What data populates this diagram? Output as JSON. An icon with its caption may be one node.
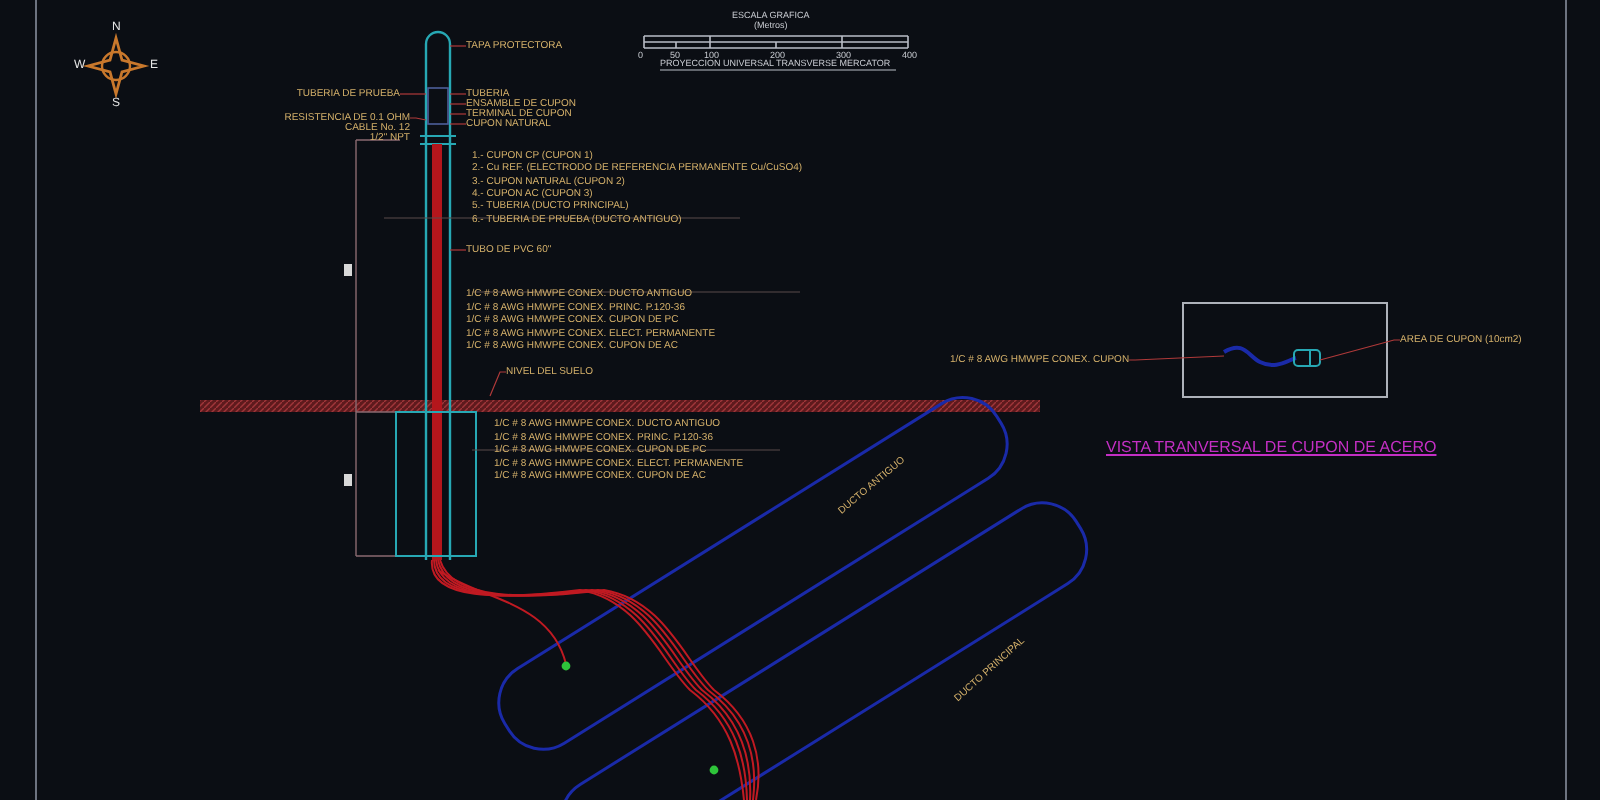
{
  "diagram": {
    "nodes": [
      {
        "text": [
          "TAPA PROTECTORA"
        ]
      },
      {
        "text": [
          "TUBERIA DE PRUEBA"
        ]
      },
      {
        "text": [
          "TUBERIA"
        ]
      },
      {
        "text": [
          "ENSAMBLE DE CUPON"
        ]
      },
      {
        "text": [
          "TERMINAL DE CUPON"
        ]
      },
      {
        "text": [
          "CUPON NATURAL"
        ]
      },
      {
        "text": [
          "RESISTENCIA DE 0.1 OHM"
        ]
      },
      {
        "text": [
          "TUBO DE PVC 60\""
        ]
      },
      {
        "text": [
          "NIVEL DEL SUELO"
        ]
      },
      {
        "text": [],
        "shape": "box"
      },
      {
        "text": [
          "1/C # 8 AWG HMWPE CONEX. CUPON"
        ]
      },
      {
        "text": [
          "AREA DE CUPON (10cm2)"
        ]
      },
      {
        "text": [],
        "shape": "picture"
      },
      {
        "text": [],
        "shape": "picture",
        "in": 9
      }
    ],
    "edges": [
      {
        "from": 0,
        "to": 12,
        "arrow": "none"
      },
      {
        "from": 1,
        "to": 12,
        "arrow": "none"
      },
      {
        "from": 2,
        "to": 12,
        "arrow": "none"
      },
      {
        "from": 3,
        "to": 12,
        "arrow": "none"
      },
      {
        "from": 4,
        "to": 12,
        "arrow": "none"
      },
      {
        "from": 5,
        "to": 12,
        "arrow": "none"
      },
      {
        "from": 6,
        "to": 12,
        "arrow": "none"
      },
      {
        "from": 7,
        "to": 12,
        "arrow": "none"
      },
      {
        "from": 8,
        "to": null,
        "arrow": "none"
      },
      {
        "from": 10,
        "to": 13,
        "arrow": "none"
      },
      {
        "from": 11,
        "to": 13,
        "arrow": "none"
      }
    ],
    "labels": [
      "N",
      "W",
      "E",
      "S",
      "ESCALA GRAFICA",
      "(Metros)",
      "0",
      "50",
      "100",
      "200",
      "300",
      "400",
      "PROYECCION UNIVERSAL TRANSVERSE MERCATOR",
      "CABLE No. 12",
      "1/2\" NPT",
      "1.- CUPON CP (CUPON 1)",
      "2.- Cu REF. (ELECTRODO DE REFERENCIA PERMANENTE Cu/CuSO4)",
      "3.- CUPON NATURAL (CUPON 2)",
      "4.- CUPON AC (CUPON 3)",
      "5.- TUBERIA (DUCTO PRINCIPAL)",
      "6.- TUBERIA DE PRUEBA (DUCTO ANTIGUO)",
      "1/C # 8 AWG HMWPE CONEX. DUCTO ANTIGUO",
      "1/C # 8 AWG HMWPE CONEX. PRINC. P.120-36",
      "1/C # 8 AWG HMWPE CONEX. CUPON DE PC",
      "1/C # 8 AWG HMWPE CONEX. ELECT. PERMANENTE",
      "1/C # 8 AWG HMWPE CONEX. CUPON DE AC",
      "1/C # 8 AWG HMWPE CONEX. DUCTO ANTIGUO",
      "1/C # 8 AWG HMWPE CONEX. PRINC. P.120-36",
      "1/C # 8 AWG HMWPE CONEX. CUPON DE PC",
      "1/C # 8 AWG HMWPE CONEX. ELECT. PERMANENTE",
      "1/C # 8 AWG HMWPE CONEX. CUPON DE AC",
      "DUCTO ANTIGUO",
      "DUCTO PRINCIPAL",
      "VISTA TRANVERSAL DE CUPON DE ACERO"
    ]
  }
}
